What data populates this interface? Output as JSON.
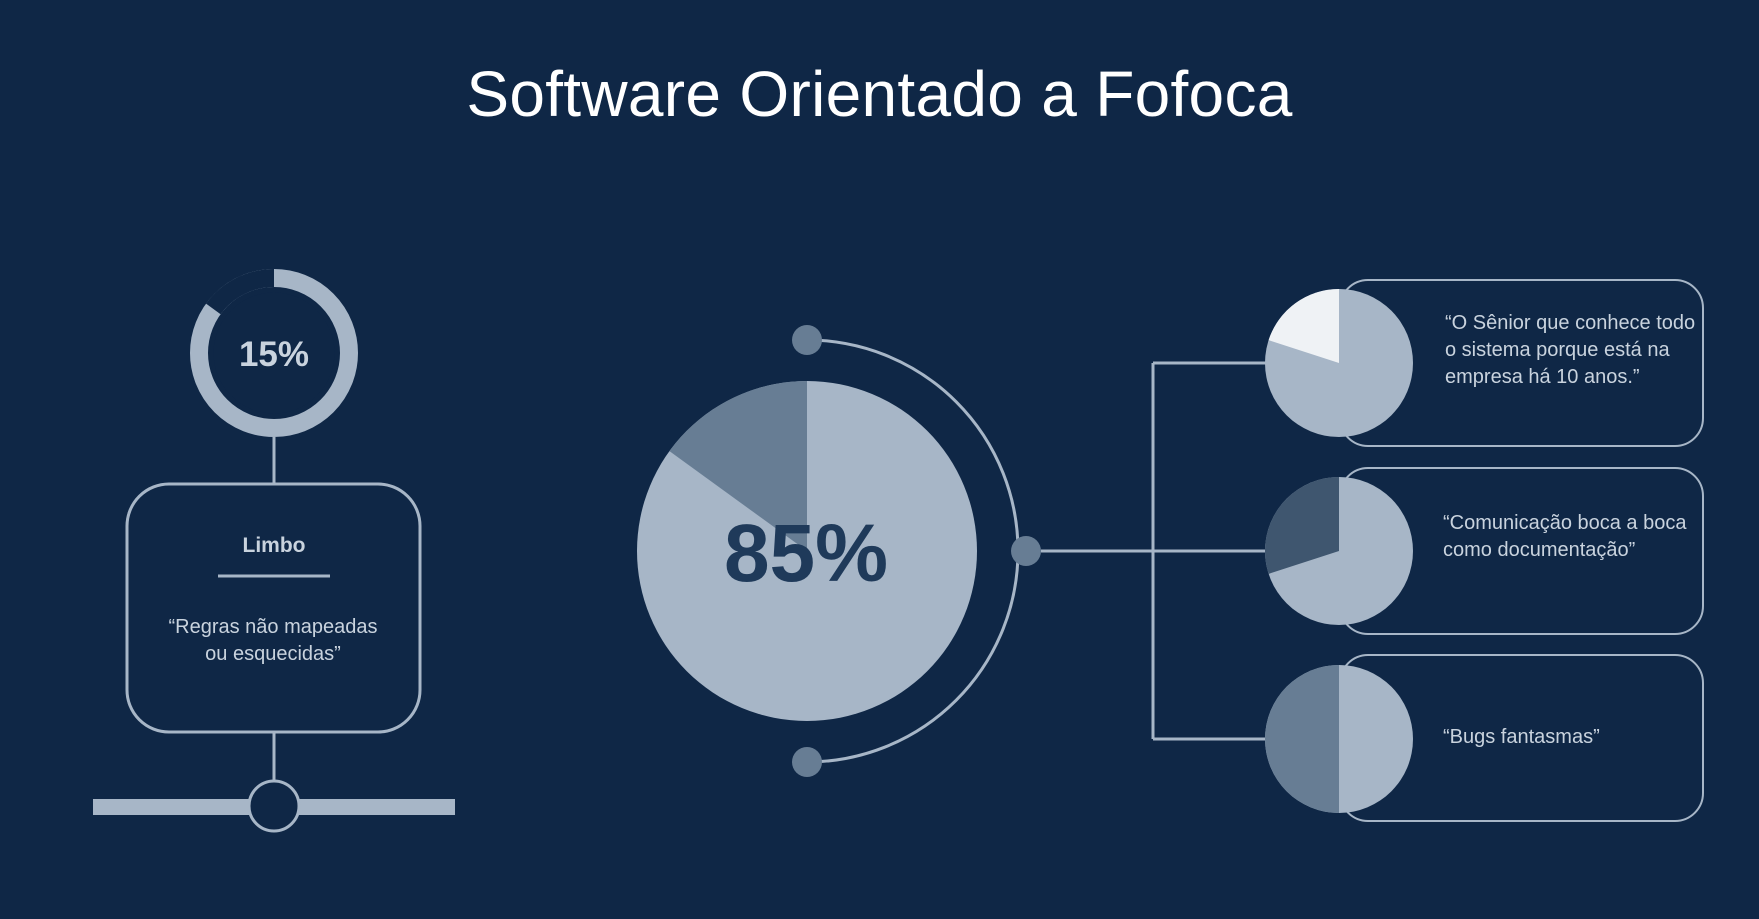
{
  "title": "Software Orientado a Fofoca",
  "colors": {
    "background": "#0f2746",
    "light": "#a7b6c7",
    "mid": "#677d94",
    "dark": "#3f566f",
    "white_slice": "#eff2f5",
    "text_dark": "#1f3a5a",
    "text_light": "#c9d3de"
  },
  "left_panel": {
    "percent_label": "15%",
    "percent_value": 15,
    "box_title": "Limbo",
    "box_quote": "“Regras não mapeadas ou esquecidas”"
  },
  "center": {
    "percent_label": "85%",
    "percent_value": 85
  },
  "items": [
    {
      "quote": "“O Sênior que conhece todo o sistema porque está na empresa há 10 anos.”",
      "highlight_percent": 20
    },
    {
      "quote": "“Comunicação boca a boca como documentação”",
      "highlight_percent": 30
    },
    {
      "quote": "“Bugs fantasmas”",
      "highlight_percent": 50
    }
  ]
}
